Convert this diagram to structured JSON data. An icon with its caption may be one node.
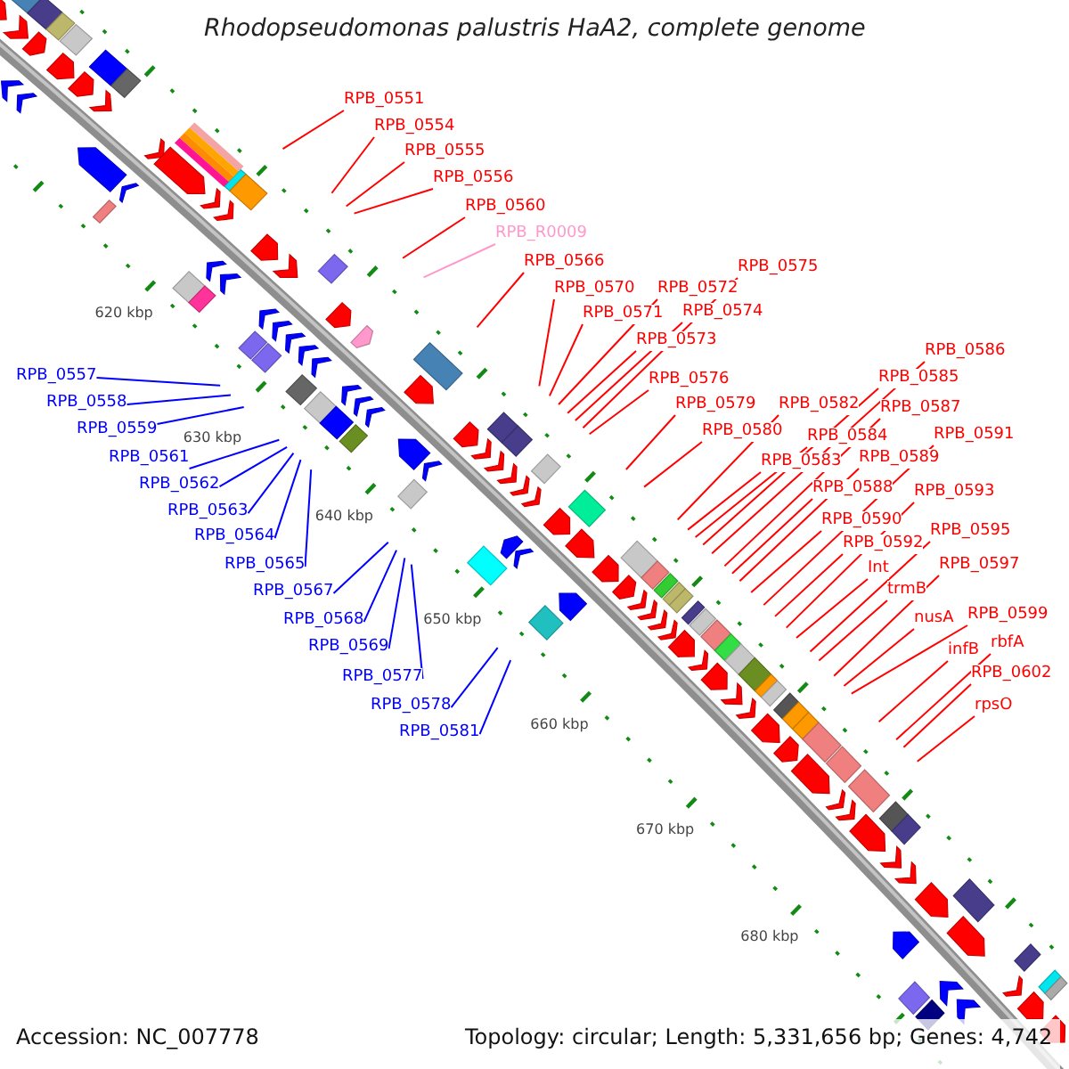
{
  "diagram": {
    "title": "Rhodopseudomonas palustris HaA2, complete genome",
    "nodes": [
      {
        "text": [
          "RPB_0551"
        ]
      },
      {
        "text": [
          "RPB_0554"
        ]
      },
      {
        "text": [
          "RPB_0555"
        ]
      },
      {
        "text": [
          "RPB_0556"
        ]
      },
      {
        "text": [
          "RPB_0560"
        ]
      },
      {
        "text": [
          "RPB_R0009"
        ]
      },
      {
        "text": [
          "RPB_0566"
        ]
      },
      {
        "text": [
          "RPB_0575"
        ]
      },
      {
        "text": [
          "RPB_0570"
        ]
      },
      {
        "text": [
          "RPB_0572"
        ]
      },
      {
        "text": [
          "RPB_0571"
        ]
      },
      {
        "text": [
          "RPB_0574"
        ]
      },
      {
        "text": [
          "RPB_0573"
        ]
      },
      {
        "text": [
          "RPB_0586"
        ]
      },
      {
        "text": [
          "RPB_0557"
        ]
      },
      {
        "text": [
          "RPB_0576"
        ]
      },
      {
        "text": [
          "RPB_0585"
        ]
      },
      {
        "text": [
          "RPB_0558"
        ]
      },
      {
        "text": [
          "RPB_0579"
        ]
      },
      {
        "text": [
          "RPB_0582"
        ]
      },
      {
        "text": [
          "RPB_0587"
        ]
      },
      {
        "text": [
          "RPB_0559"
        ]
      },
      {
        "text": [
          "RPB_0580"
        ]
      },
      {
        "text": [
          "RPB_0584"
        ]
      },
      {
        "text": [
          "RPB_0591"
        ]
      },
      {
        "text": [
          "RPB_0561"
        ]
      },
      {
        "text": [
          "RPB_0583"
        ]
      },
      {
        "text": [
          "RPB_0589"
        ]
      },
      {
        "text": [
          "RPB_0562"
        ]
      },
      {
        "text": [
          "RPB_0588"
        ]
      },
      {
        "text": [
          "RPB_0593"
        ]
      },
      {
        "text": [
          "RPB_0563"
        ]
      },
      {
        "text": [
          "RPB_0590"
        ]
      },
      {
        "text": [
          "RPB_0564"
        ]
      },
      {
        "text": [
          "RPB_0595"
        ]
      },
      {
        "text": [
          "RPB_0592"
        ]
      },
      {
        "text": [
          "RPB_0565"
        ]
      },
      {
        "text": [
          "Int"
        ]
      },
      {
        "text": [
          "RPB_0597"
        ]
      },
      {
        "text": [
          "RPB_0567"
        ]
      },
      {
        "text": [
          "trmB"
        ]
      },
      {
        "text": [
          "RPB_0599"
        ]
      },
      {
        "text": [
          "RPB_0568"
        ]
      },
      {
        "text": [
          "nusA"
        ]
      },
      {
        "text": [
          "RPB_0569"
        ]
      },
      {
        "text": [
          "infB"
        ]
      },
      {
        "text": [
          "rbfA"
        ]
      },
      {
        "text": [
          "RPB_0577"
        ]
      },
      {
        "text": [
          "RPB_0602"
        ]
      },
      {
        "text": [
          "RPB_0578"
        ]
      },
      {
        "text": [
          "rpsO"
        ]
      },
      {
        "text": [
          "RPB_0581"
        ]
      }
    ],
    "edges": [
      {
        "from": 0,
        "to": null,
        "arrow": "none"
      },
      {
        "from": 1,
        "to": null,
        "arrow": "none"
      },
      {
        "from": 2,
        "to": null,
        "arrow": "none"
      },
      {
        "from": 3,
        "to": null,
        "arrow": "none"
      },
      {
        "from": 4,
        "to": null,
        "arrow": "none"
      },
      {
        "from": 5,
        "to": null,
        "arrow": "none",
        "color": "#ff99cc"
      },
      {
        "from": 6,
        "to": null,
        "arrow": "none"
      },
      {
        "from": 7,
        "to": null,
        "arrow": "none"
      },
      {
        "from": 8,
        "to": null,
        "arrow": "none"
      },
      {
        "from": 9,
        "to": null,
        "arrow": "none"
      },
      {
        "from": 10,
        "to": null,
        "arrow": "none"
      },
      {
        "from": 11,
        "to": null,
        "arrow": "none"
      },
      {
        "from": 12,
        "to": null,
        "arrow": "none"
      },
      {
        "from": 13,
        "to": null,
        "arrow": "none"
      },
      {
        "from": 14,
        "to": null,
        "arrow": "none",
        "color": "#0000ff"
      },
      {
        "from": 15,
        "to": null,
        "arrow": "none"
      },
      {
        "from": 16,
        "to": null,
        "arrow": "none"
      },
      {
        "from": 17,
        "to": null,
        "arrow": "none",
        "color": "#0000ff"
      },
      {
        "from": 18,
        "to": null,
        "arrow": "none"
      },
      {
        "from": 19,
        "to": null,
        "arrow": "none"
      },
      {
        "from": 20,
        "to": null,
        "arrow": "none"
      },
      {
        "from": 21,
        "to": null,
        "arrow": "none",
        "color": "#0000ff"
      },
      {
        "from": 22,
        "to": null,
        "arrow": "none"
      },
      {
        "from": 23,
        "to": null,
        "arrow": "none"
      },
      {
        "from": 24,
        "to": null,
        "arrow": "none"
      },
      {
        "from": 25,
        "to": null,
        "arrow": "none",
        "color": "#0000ff"
      },
      {
        "from": 26,
        "to": null,
        "arrow": "none"
      },
      {
        "from": 27,
        "to": null,
        "arrow": "none"
      },
      {
        "from": 28,
        "to": null,
        "arrow": "none",
        "color": "#0000ff"
      },
      {
        "from": 29,
        "to": null,
        "arrow": "none"
      },
      {
        "from": 30,
        "to": null,
        "arrow": "none"
      },
      {
        "from": 31,
        "to": null,
        "arrow": "none",
        "color": "#0000ff"
      },
      {
        "from": 32,
        "to": null,
        "arrow": "none"
      },
      {
        "from": 33,
        "to": null,
        "arrow": "none",
        "color": "#0000ff"
      },
      {
        "from": 34,
        "to": null,
        "arrow": "none"
      },
      {
        "from": 35,
        "to": null,
        "arrow": "none"
      },
      {
        "from": 36,
        "to": null,
        "arrow": "none",
        "color": "#0000ff"
      },
      {
        "from": 37,
        "to": null,
        "arrow": "none"
      },
      {
        "from": 38,
        "to": null,
        "arrow": "none"
      },
      {
        "from": 39,
        "to": null,
        "arrow": "none",
        "color": "#0000ff"
      },
      {
        "from": 40,
        "to": null,
        "arrow": "none"
      },
      {
        "from": 41,
        "to": null,
        "arrow": "none"
      },
      {
        "from": 42,
        "to": null,
        "arrow": "none",
        "color": "#0000ff"
      },
      {
        "from": 43,
        "to": null,
        "arrow": "none"
      },
      {
        "from": 44,
        "to": null,
        "arrow": "none",
        "color": "#0000ff"
      },
      {
        "from": 45,
        "to": null,
        "arrow": "none"
      },
      {
        "from": 46,
        "to": null,
        "arrow": "none"
      },
      {
        "from": 47,
        "to": null,
        "arrow": "none",
        "color": "#0000ff"
      },
      {
        "from": 48,
        "to": null,
        "arrow": "none"
      },
      {
        "from": 49,
        "to": null,
        "arrow": "none",
        "color": "#0000ff"
      },
      {
        "from": 50,
        "to": null,
        "arrow": "none"
      },
      {
        "from": 51,
        "to": null,
        "arrow": "none",
        "color": "#0000ff"
      }
    ],
    "labels": [
      "620 kbp",
      "630 kbp",
      "640 kbp",
      "650 kbp",
      "660 kbp",
      "670 kbp",
      "680 kbp",
      "Accession: NC_007778",
      "Topology: circular; Length: 5,331,656 bp; Genes: 4,742"
    ]
  }
}
